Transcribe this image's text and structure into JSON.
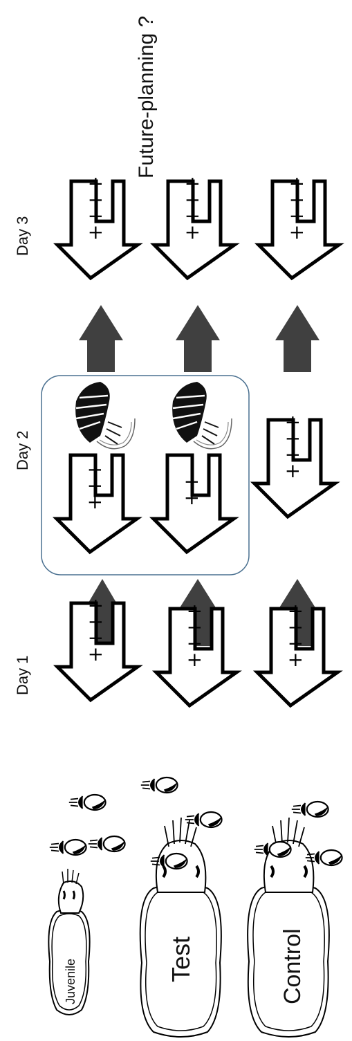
{
  "diagram": {
    "day_labels": [
      "Day 1",
      "Day 2",
      "Day 3"
    ],
    "annotation": "Future-planning ?",
    "cuttlefish_labels": [
      "Juvenile",
      "Test",
      "Control"
    ],
    "rows": [
      {
        "name": "Juvenile",
        "day1_plus": 4,
        "day2_plus": 3,
        "day2_shrimp": true,
        "day3_plus": 4
      },
      {
        "name": "Test",
        "day1_plus": 4,
        "day2_plus": 2,
        "day2_shrimp": true,
        "day3_plus": 4
      },
      {
        "name": "Control",
        "day1_plus": 4,
        "day2_plus": 4,
        "day2_shrimp": false,
        "day3_plus": 4
      }
    ],
    "colors": {
      "arrow": "#404040",
      "box_border": "#4a7090",
      "stroke": "#000000"
    }
  }
}
